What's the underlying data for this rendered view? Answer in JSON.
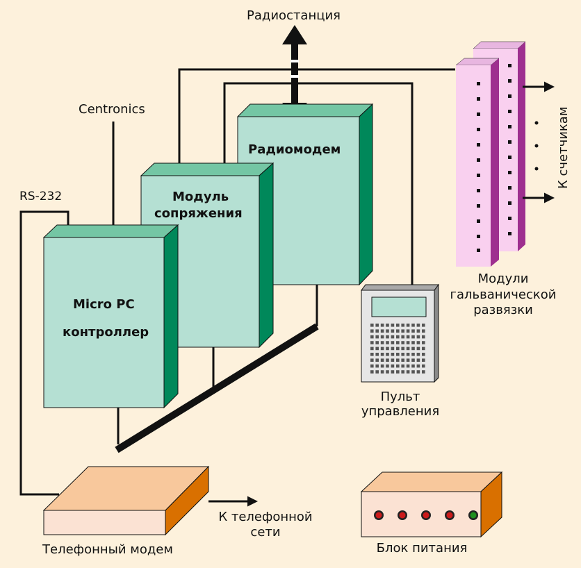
{
  "labels": {
    "radio_station": "Радиостанция",
    "centronics": "Centronics",
    "rs232": "RS-232",
    "radiomodem": "Радиомодем",
    "interface_module_line1": "Модуль",
    "interface_module_line2": "сопряжения",
    "controller_line1": "Micro PC",
    "controller_line2": "контроллер",
    "to_counters": "К  счетчикам",
    "isolation_line1": "Модули",
    "isolation_line2": "гальванической",
    "isolation_line3": "развязки",
    "panel_line1": "Пульт",
    "panel_line2": "управления",
    "to_phone_line1": "К телефонной",
    "to_phone_line2": "сети",
    "phone_modem": "Телефонный модем",
    "power_supply": "Блок питания"
  },
  "colors": {
    "background": "#fdf1dc",
    "module_face": "#b5e0d3",
    "module_top": "#74c6a4",
    "module_side": "#00885a",
    "isolation_face": "#f9d0ef",
    "isolation_side": "#9e2f8f",
    "modem_face": "#fbe2d3",
    "modem_top": "#f8c89c",
    "modem_side": "#d97000",
    "led_red": "#cc1b1b",
    "led_green": "#1f8f1f"
  },
  "power_supply_leds": [
    "red",
    "red",
    "red",
    "red",
    "green"
  ]
}
